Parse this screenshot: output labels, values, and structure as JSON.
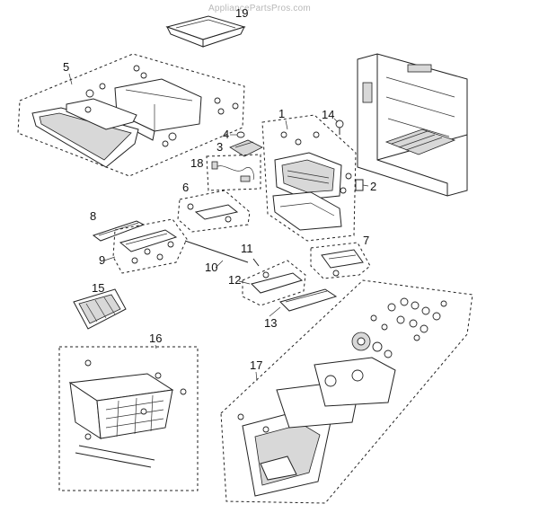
{
  "watermark": "AppliancePartsPros.com",
  "callouts": [
    "19",
    "5",
    "1",
    "14",
    "4",
    "3",
    "18",
    "2",
    "6",
    "8",
    "7",
    "11",
    "9",
    "10",
    "12",
    "15",
    "13",
    "16",
    "17"
  ],
  "colors": {
    "ink": "#222222",
    "background": "#ffffff",
    "watermark": "#b8b8b8"
  }
}
